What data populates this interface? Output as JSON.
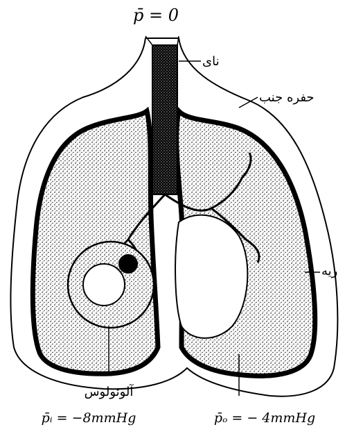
{
  "labels": {
    "top_pressure": "p̄ = 0",
    "trachea": "نای",
    "pleural_cavity": "حفره جنب",
    "lung": "ریه",
    "alveolus": "آلوئولوس",
    "intrapulmonary_pressure": "p̄ᵢ = −8mmHg",
    "outer_pressure": "p̄ₒ = − 4mmHg"
  }
}
